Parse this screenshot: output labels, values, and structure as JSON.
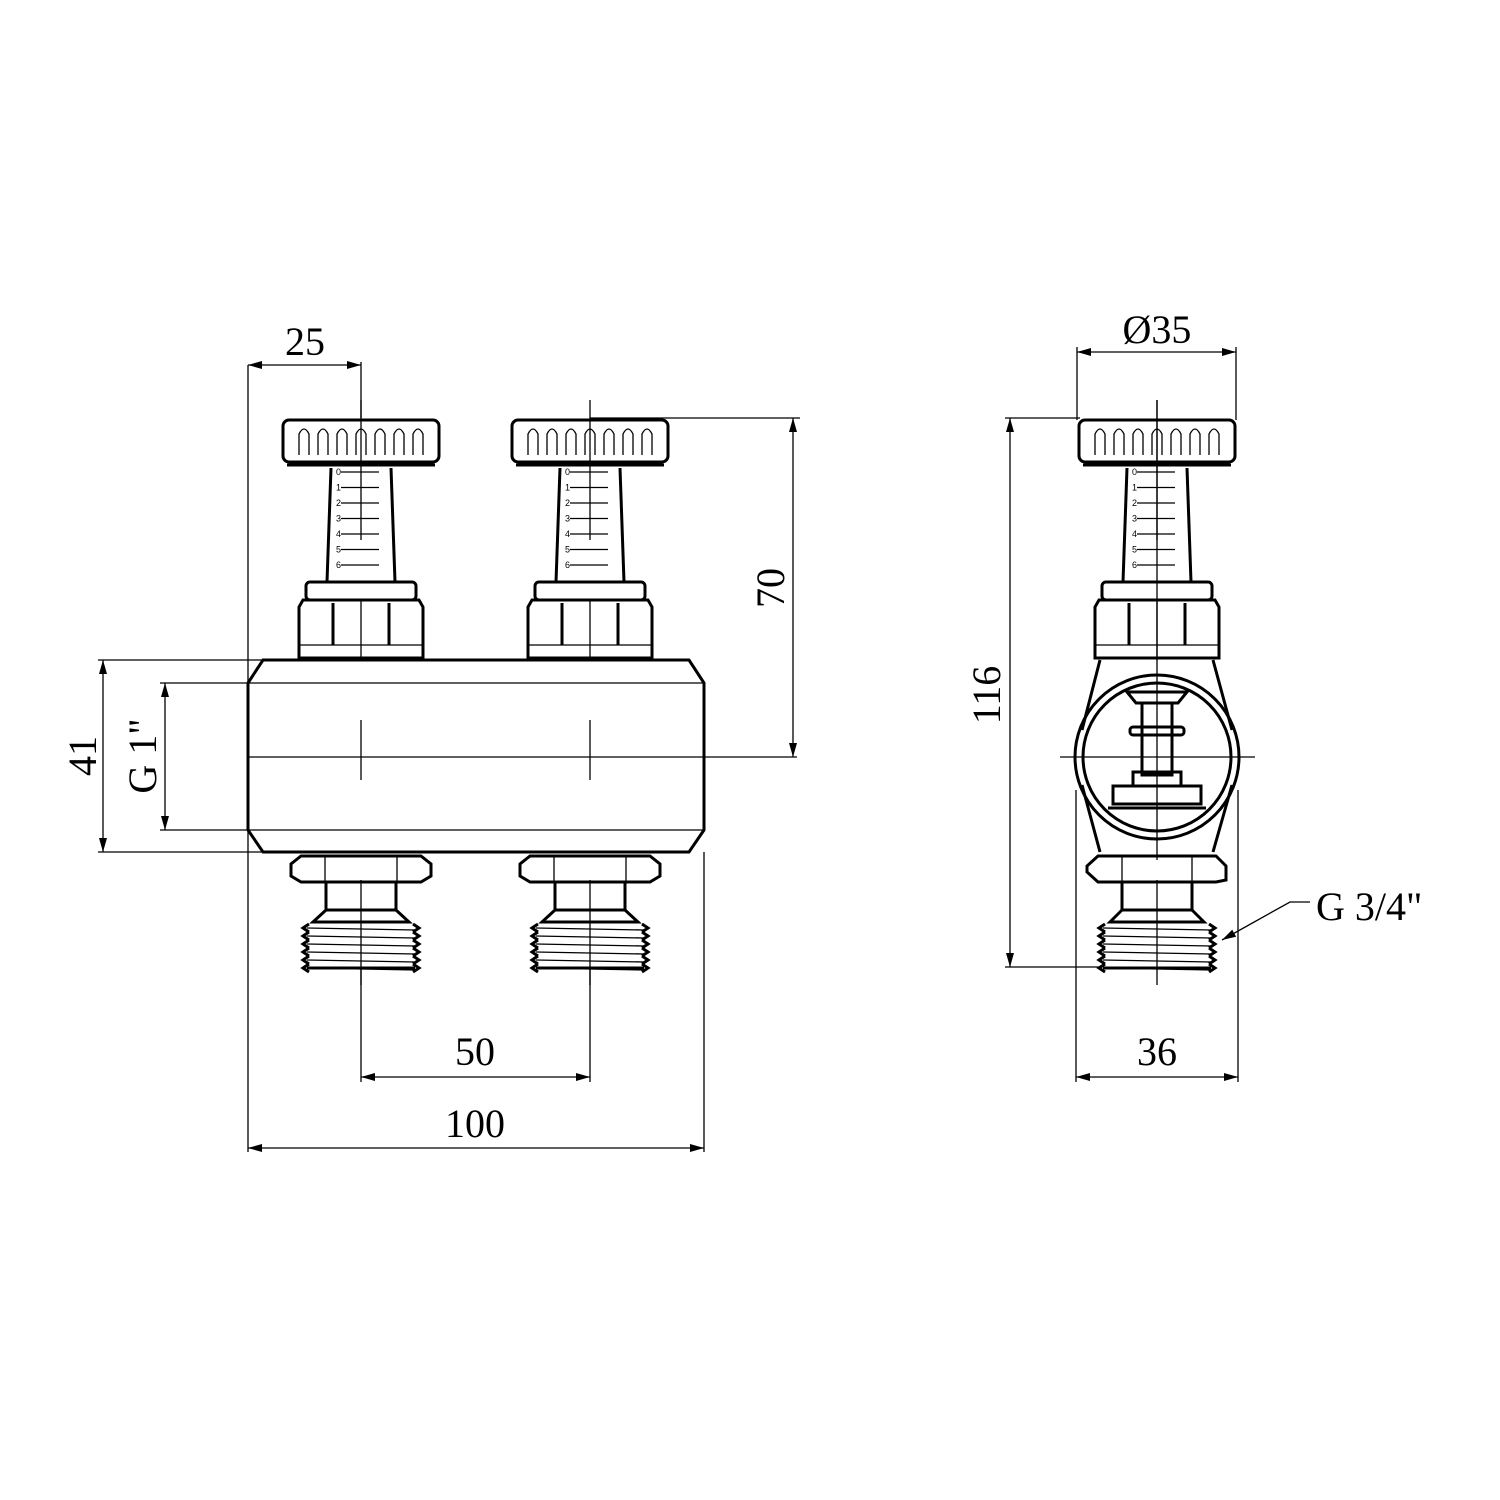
{
  "dimensions": {
    "valve_offset": "25",
    "valve_height": "70",
    "body_height": "41",
    "inlet_thread": "G 1\"",
    "valve_spacing": "50",
    "body_length": "100",
    "knob_diameter": "Ø35",
    "total_height": "116",
    "side_width": "36",
    "outlet_thread": "G 3/4\""
  },
  "scale_marks": [
    "0",
    "1",
    "2",
    "3",
    "4",
    "5",
    "6"
  ]
}
